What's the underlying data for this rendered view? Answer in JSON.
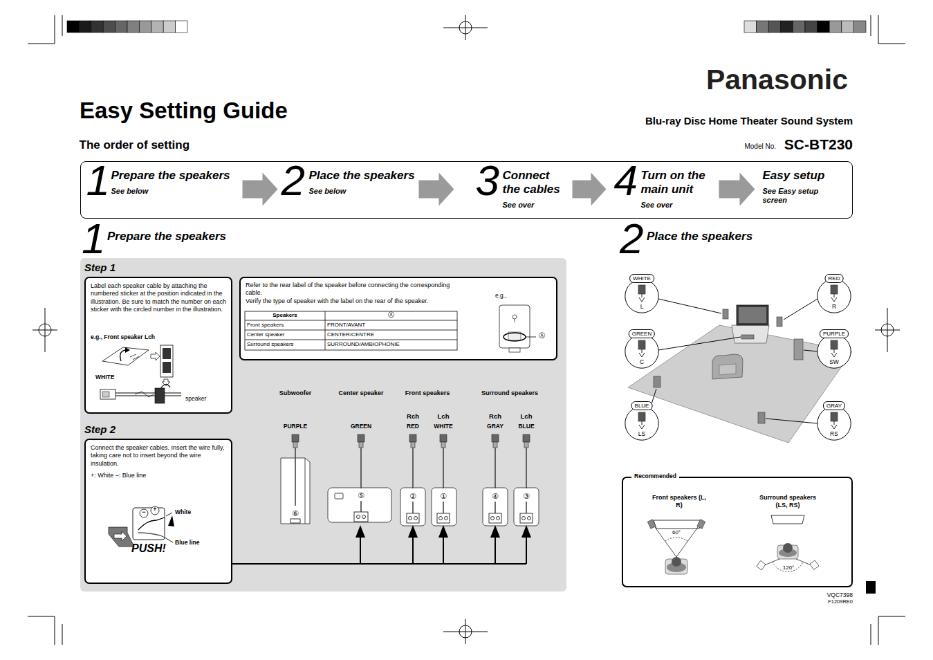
{
  "diagram": {
    "title": "Easy Setting Guide",
    "nodes": [
      {
        "text": [
          "The order of setting"
        ]
      },
      {
        "text": [
          "1",
          "Prepare the speakers",
          "See below"
        ],
        "in": 0
      },
      {
        "text": [
          "2",
          "Place the speakers",
          "See below"
        ],
        "in": 0
      },
      {
        "text": [
          "3",
          "Connect the cables",
          "See over"
        ],
        "in": 0
      },
      {
        "text": [
          "4",
          "Turn on the main unit",
          "See over"
        ],
        "in": 0
      },
      {
        "text": [
          "Easy setup",
          "See Easy setup screen"
        ],
        "in": 0
      },
      {
        "text": [
          "1",
          "Prepare the speakers"
        ]
      },
      {
        "text": [
          "Step 1",
          "Label each speaker cable by attaching the numbered sticker at the position indicated in the illustration. Be sure to match the number on each sticker with the circled number in the illustration.",
          "e.g., Front speaker Lch"
        ],
        "in": 6
      },
      {
        "text": [
          "Refer to the rear label of the speaker before connecting the corresponding cable.",
          "Verify the type of speaker with the label on the rear of the speaker."
        ],
        "in": 6
      },
      {
        "text": [
          "Step 2",
          "Connect the speaker cables. Insert the wire fully, taking care not to insert beyond the wire insulation.",
          "+: White –: Blue line"
        ],
        "in": 6
      },
      {
        "text": [
          "WHITE",
          "L"
        ]
      },
      {
        "text": [
          "RED",
          "R"
        ]
      },
      {
        "text": [
          "GREEN",
          "C"
        ]
      },
      {
        "text": [
          "PURPLE",
          "SW"
        ]
      },
      {
        "text": [
          "BLUE",
          "LS"
        ]
      },
      {
        "text": [
          "GRAY",
          "RS"
        ]
      },
      {
        "text": [
          "Recommended"
        ]
      }
    ],
    "edges": [
      {
        "from": 1,
        "to": 2,
        "arrow": "to"
      },
      {
        "from": 2,
        "to": 3,
        "arrow": "to"
      },
      {
        "from": 3,
        "to": 4,
        "arrow": "to"
      },
      {
        "from": 4,
        "to": 5,
        "arrow": "to"
      }
    ],
    "labels": [
      "Panasonic",
      "Blu-ray Disc Home Theater Sound System",
      "Model No.",
      "SC-BT230",
      "WHITE",
      "speaker",
      "Speakers",
      "Ⓐ",
      "Front speakers",
      "FRONT/AVANT",
      "Center speaker",
      "CENTER/CENTRE",
      "Surround speakers",
      "SURROUND/AMBIOPHONIE",
      "e.g.,",
      "Ⓐ",
      "−",
      "+",
      "White",
      "Blue line",
      "PUSH!",
      "Subwoofer",
      "Center speaker",
      "Front speakers",
      "Surround speakers",
      "Rch",
      "Lch",
      "Rch",
      "Lch",
      "PURPLE",
      "GREEN",
      "RED",
      "WHITE",
      "GRAY",
      "BLUE",
      "⑥",
      "⑤",
      "②",
      "①",
      "④",
      "③",
      "2",
      "Place the speakers",
      "Front speakers (L, R)",
      "Surround speakers (LS, RS)",
      "60°",
      "120°",
      "VQC7398",
      "F1209RE0"
    ]
  }
}
